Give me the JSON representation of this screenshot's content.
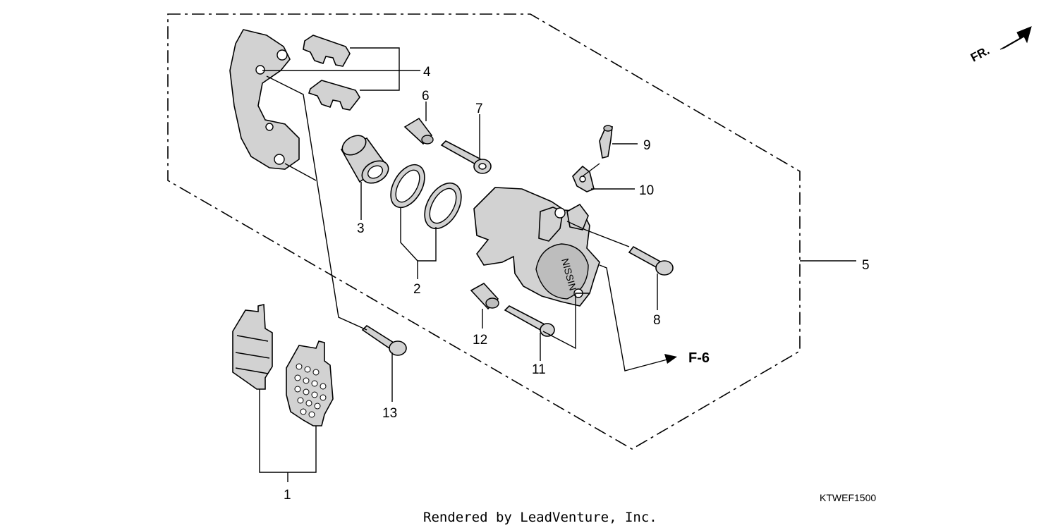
{
  "diagram": {
    "callouts": {
      "c1": "1",
      "c2": "2",
      "c3": "3",
      "c4": "4",
      "c5": "5",
      "c6": "6",
      "c7": "7",
      "c8": "8",
      "c9": "9",
      "c10": "10",
      "c11": "11",
      "c12": "12",
      "c13": "13"
    },
    "reference_label": "F-6",
    "front_indicator": "FR.",
    "diagram_code": "KTWEF1500",
    "brand_mark": "NISSIN",
    "footer_credit": "Rendered by LeadVenture, Inc."
  }
}
